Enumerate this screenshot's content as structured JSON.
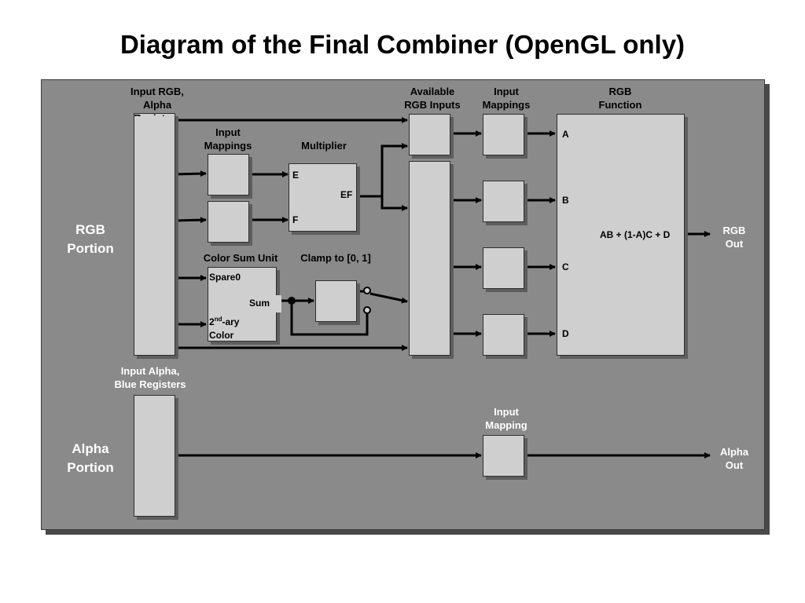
{
  "title": "Diagram of the Final Combiner (OpenGL only)",
  "labels": {
    "input_rgb_alpha": "Input RGB,\nAlpha\nRegisters",
    "available_rgb_inputs": "Available\nRGB Inputs",
    "input_mappings_top": "Input\nMappings",
    "rgb_function": "RGB\nFunction",
    "input_mappings_mult": "Input\nMappings",
    "multiplier": "Multiplier",
    "rgb_portion": "RGB\nPortion",
    "color_sum_unit": "Color Sum Unit",
    "clamp": "Clamp to [0, 1]",
    "input_alpha_blue": "Input Alpha,\nBlue Registers",
    "input_mapping_alpha": "Input\nMapping",
    "alpha_portion": "Alpha\nPortion",
    "rgb_out": "RGB\nOut",
    "alpha_out": "Alpha\nOut"
  },
  "multiplier": {
    "e": "E",
    "f": "F",
    "ef": "EF"
  },
  "color_sum": {
    "spare0": "Spare0",
    "sum": "Sum",
    "secondary": "2",
    "secondary_sup": "nd",
    "secondary_suffix": "-ary",
    "color": "Color"
  },
  "rgb_function": {
    "a": "A",
    "b": "B",
    "c": "C",
    "d": "D",
    "formula": "AB + (1-A)C + D"
  }
}
